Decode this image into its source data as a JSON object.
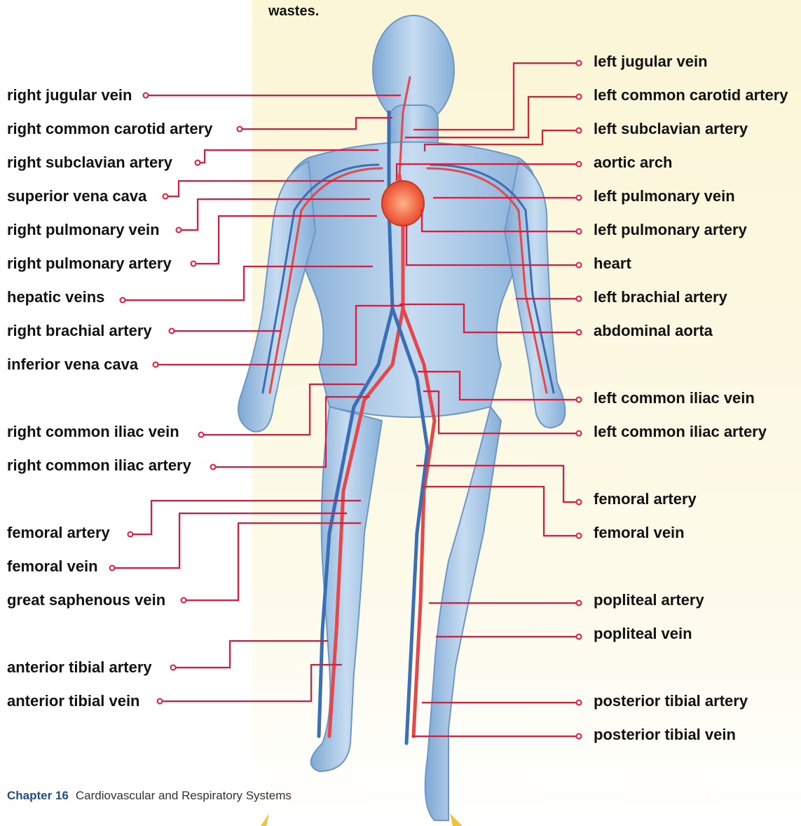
{
  "top_text": "wastes.",
  "footer": {
    "chapter": "Chapter 16",
    "title": "Cardiovascular and Respiratory Systems"
  },
  "colors": {
    "leader_line": "#e8173a",
    "background_panel": "#fdf8dc",
    "body": "#a9c9e8",
    "artery": "#e5474b",
    "vein": "#3a6fb5"
  },
  "labels_left": [
    "right jugular vein",
    "right common carotid artery",
    "right subclavian artery",
    "superior vena cava",
    "right pulmonary vein",
    "right pulmonary artery",
    "hepatic veins",
    "right brachial artery",
    "inferior vena cava",
    "right common iliac vein",
    "right common iliac artery",
    "femoral artery",
    "femoral vein",
    "great saphenous vein",
    "anterior tibial artery",
    "anterior tibial vein"
  ],
  "labels_right": [
    "left jugular vein",
    "left common carotid artery",
    "left subclavian artery",
    "aortic arch",
    "left pulmonary vein",
    "left pulmonary artery",
    "heart",
    "left brachial artery",
    "abdominal aorta",
    "left common iliac vein",
    "left common iliac artery",
    "femoral artery",
    "femoral vein",
    "popliteal artery",
    "popliteal vein",
    "posterior tibial artery",
    "posterior tibial vein"
  ]
}
